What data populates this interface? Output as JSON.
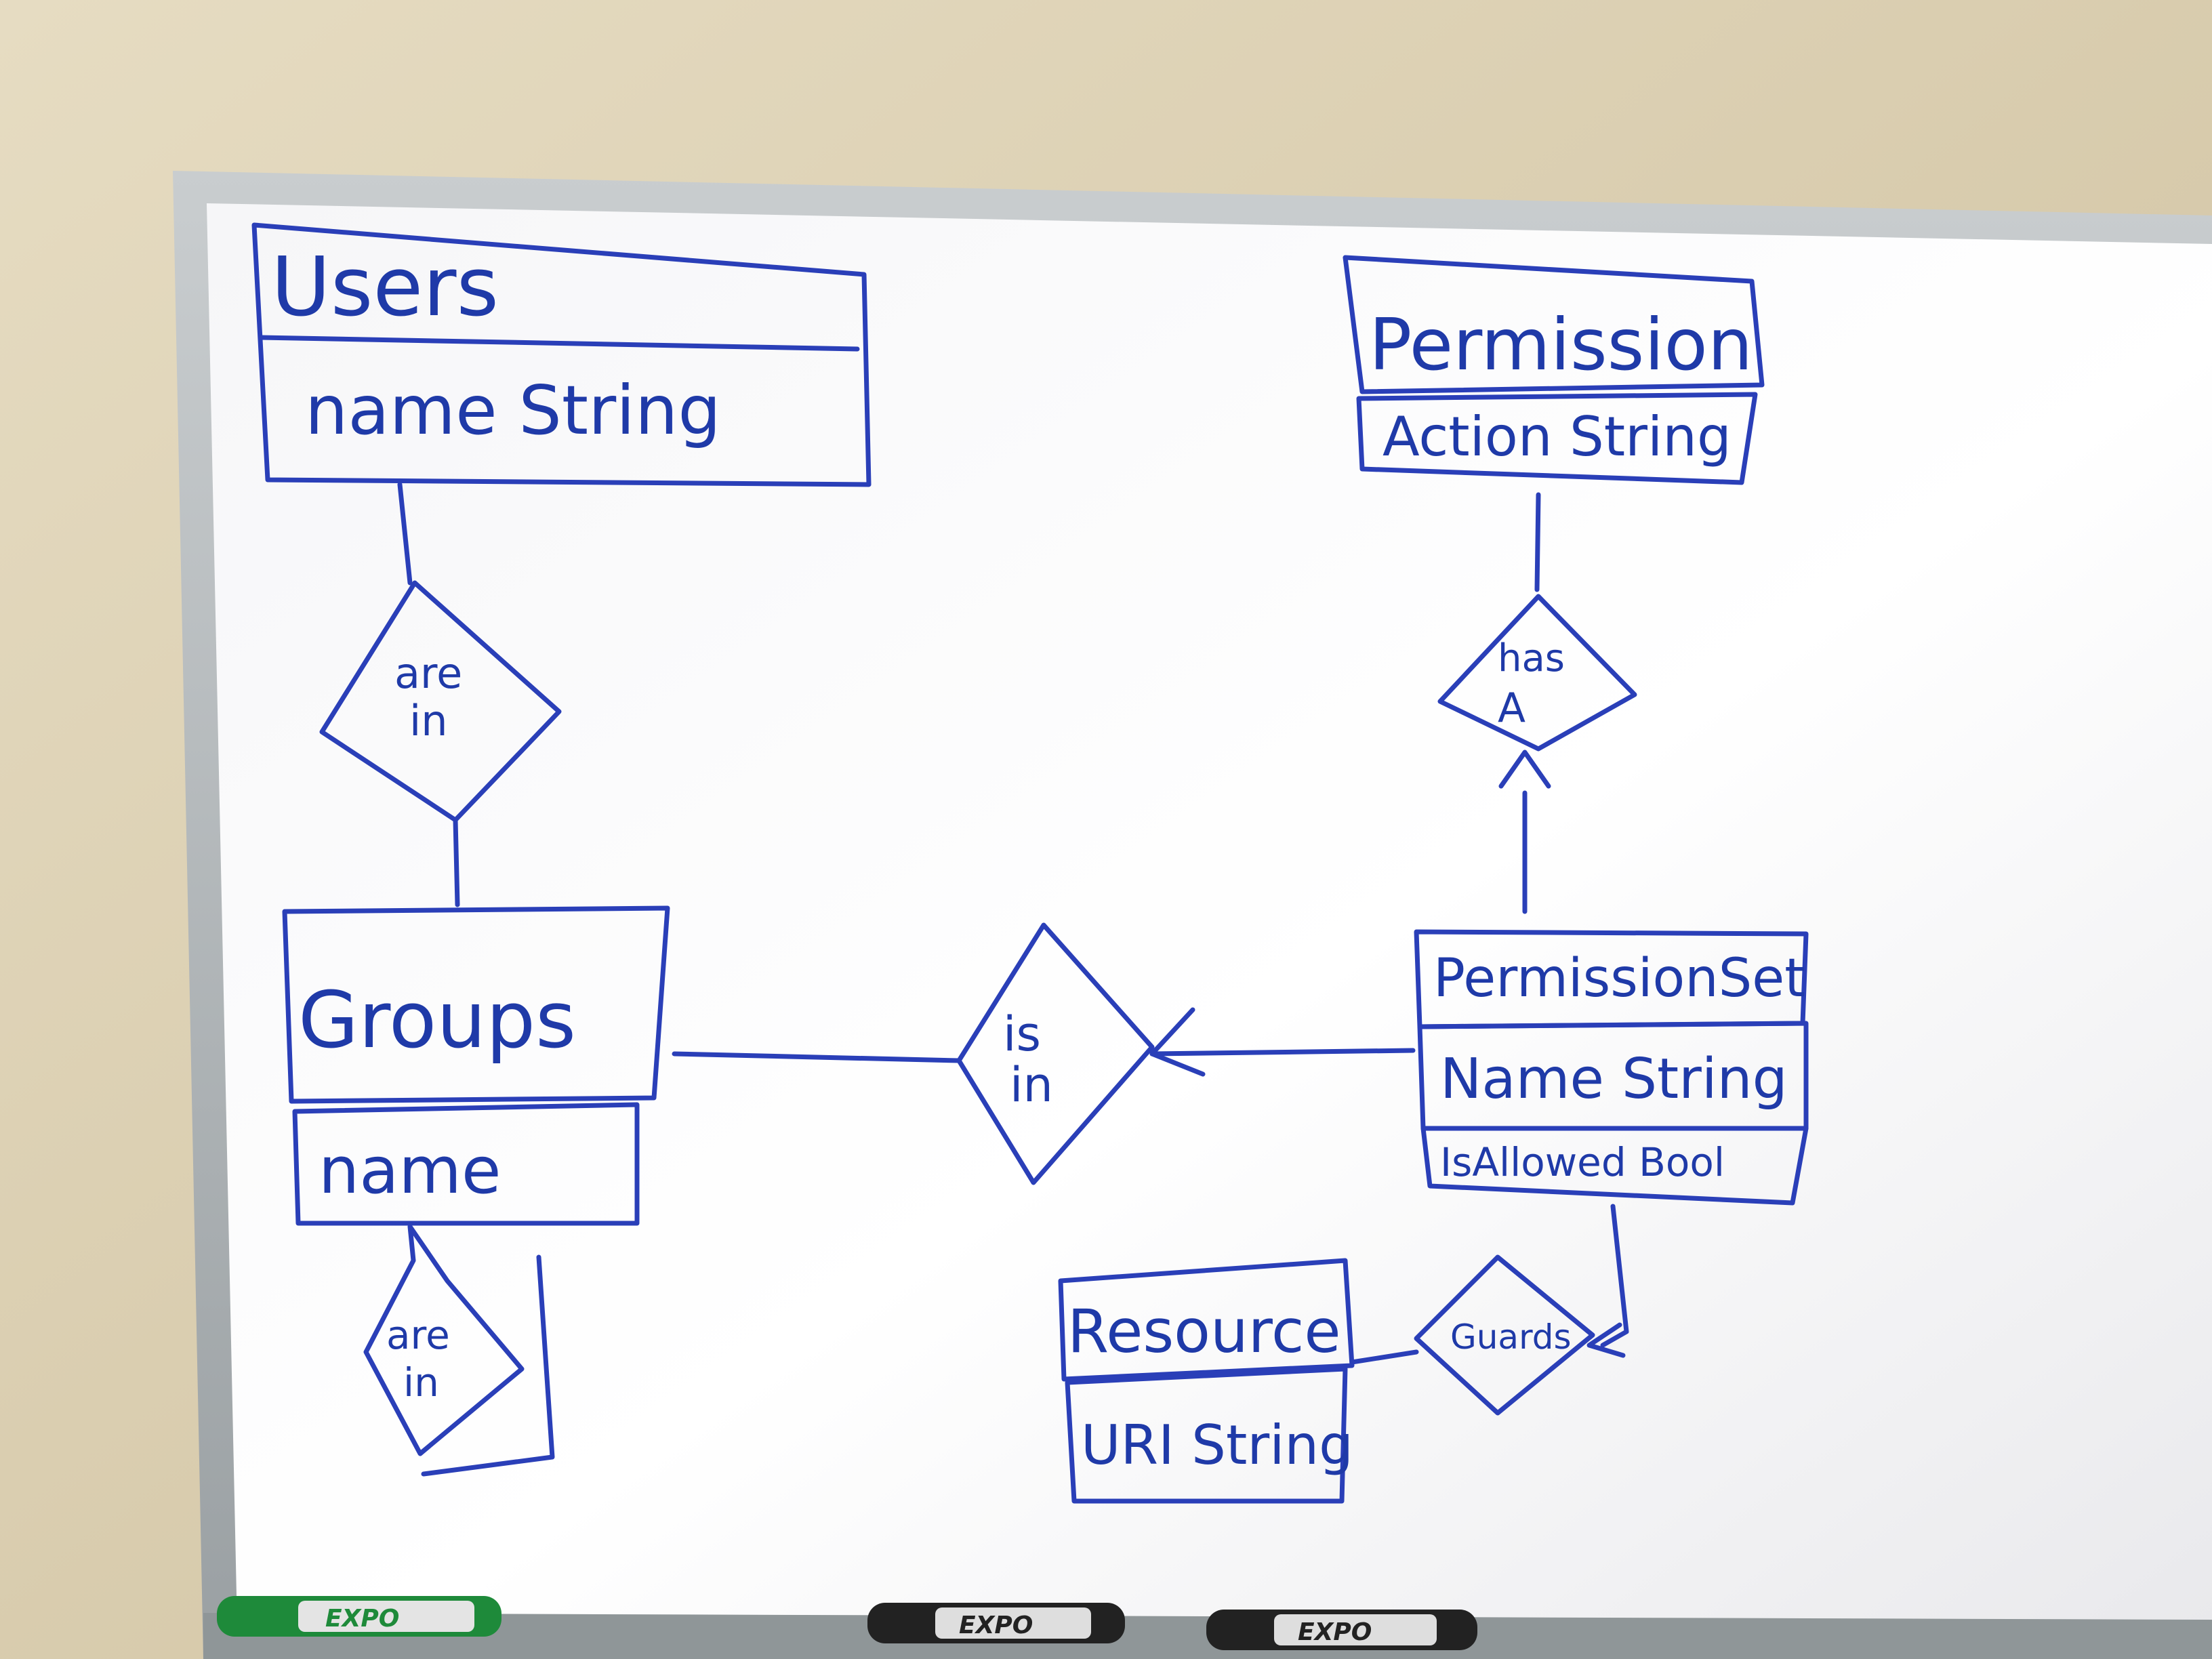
{
  "entities": {
    "users": {
      "title": "Users",
      "attribute": "name String"
    },
    "groups": {
      "title": "Groups",
      "attribute": "name"
    },
    "permission": {
      "title": "Permission",
      "attribute": "Action String"
    },
    "permission_set": {
      "title": "PermissionSet",
      "attribute_1": "Name String",
      "attribute_2": "IsAllowed Bool"
    },
    "resource": {
      "title": "Resource",
      "attribute": "URI String"
    }
  },
  "relationships": {
    "users_groups": {
      "line1": "are",
      "line2": "in"
    },
    "groups_self": {
      "line1": "are",
      "line2": "in"
    },
    "groups_permission_set": {
      "line1": "is",
      "line2": "in"
    },
    "permission_set_permission": {
      "line1": "has",
      "line2": "A"
    },
    "permission_set_resource": {
      "line1": "Guards",
      "line2": ""
    }
  },
  "markers": [
    {
      "brand": "EXPO",
      "color": "#1e8a3a"
    },
    {
      "brand": "EXPO",
      "color": "#222222"
    },
    {
      "brand": "EXPO",
      "color": "#222222"
    }
  ]
}
